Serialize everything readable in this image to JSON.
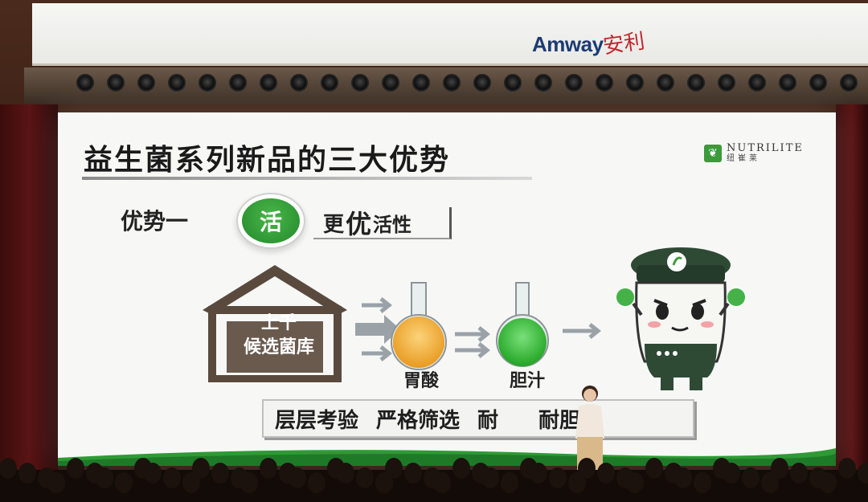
{
  "banner": {
    "brand_en": "Amway",
    "brand_cn": "安利"
  },
  "slide": {
    "title": "益生菌系列新品的三大优势",
    "logo": {
      "en": "NUTRILITE",
      "cn": "纽崔莱",
      "icon": "leaf-icon"
    },
    "advantage_label": "优势一",
    "key_char": "活",
    "better": {
      "part1": "更",
      "part2": "优",
      "part3": "活性"
    },
    "house_label": {
      "line1": "上千",
      "line2": "候选菌库"
    },
    "flask1_label": "胃酸",
    "flask2_label": "胆汁",
    "bottom_phrases": [
      "层层考验",
      "严格筛选",
      "耐",
      "耐胆汁"
    ]
  },
  "colors": {
    "green": "#2f9a35",
    "orange_flask": "#f2b13a",
    "green_flask": "#3bc43b",
    "mascot_hat": "#2e4a35"
  }
}
